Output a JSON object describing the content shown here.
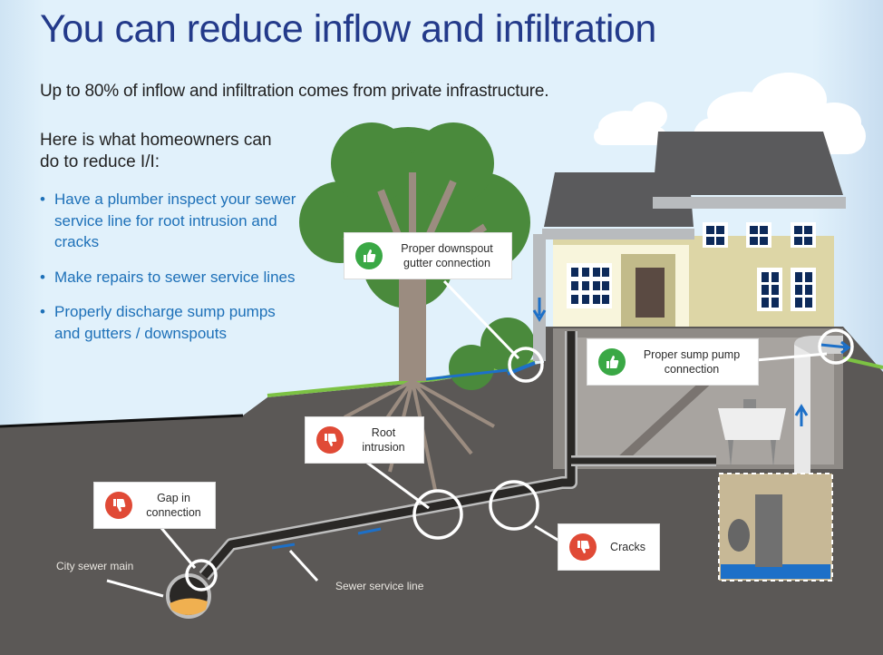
{
  "header": {
    "title": "You can reduce inflow and infiltration",
    "subtitle": "Up to 80% of inflow and infiltration comes from private infrastructure."
  },
  "intro": "Here is what homeowners can do to reduce I/I:",
  "bullets": [
    "Have a plumber inspect your sewer service line for root intrusion and cracks",
    "Make repairs to sewer service lines",
    "Properly discharge sump pumps and gutters / downspouts"
  ],
  "callouts": {
    "downspout": {
      "text": "Proper downspout gutter connection",
      "status": "good",
      "icon": "thumbs-up-icon"
    },
    "sump": {
      "text": "Proper sump pump connection",
      "status": "good",
      "icon": "thumbs-up-icon"
    },
    "root": {
      "text": "Root intrusion",
      "status": "bad",
      "icon": "thumbs-down-icon"
    },
    "gap": {
      "text": "Gap in connection",
      "status": "bad",
      "icon": "thumbs-down-icon"
    },
    "cracks": {
      "text": "Cracks",
      "status": "bad",
      "icon": "thumbs-down-icon"
    }
  },
  "labels": {
    "city_main": "City sewer main",
    "service_line": "Sewer service line"
  },
  "colors": {
    "title": "#233a8a",
    "bullet_text": "#1d70b8",
    "good": "#3aa845",
    "bad": "#e04a36",
    "ground": "#5b5856",
    "sky": "#dcedf8",
    "water": "#1d70c8",
    "grass": "#7cc243"
  }
}
